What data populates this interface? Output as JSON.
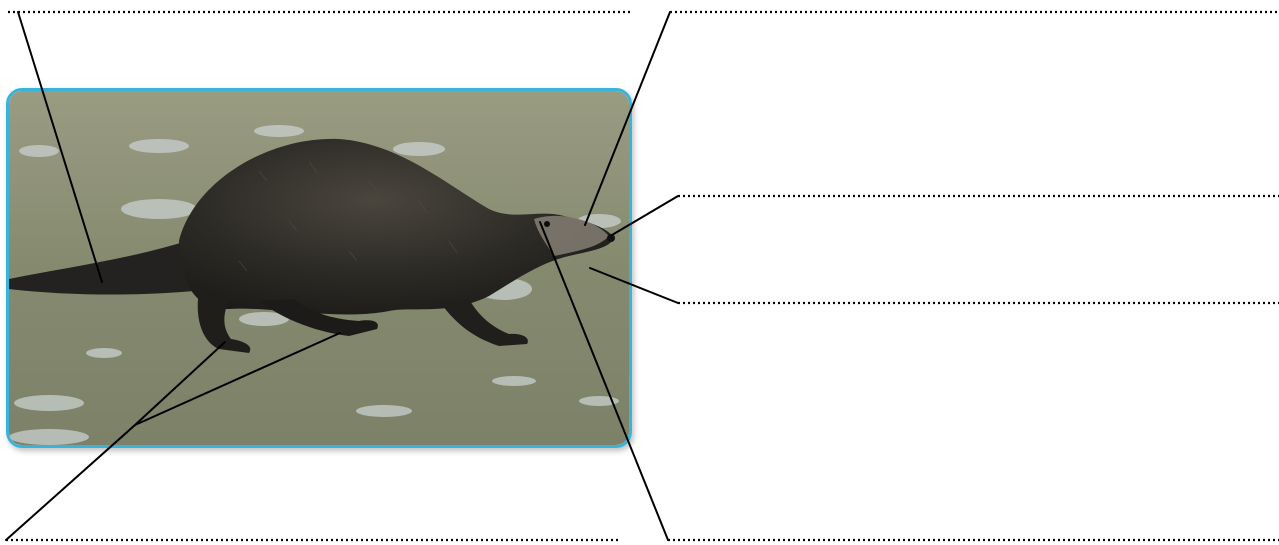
{
  "subject_icon": "otter-photo",
  "label_count_note": "",
  "colors": {
    "frame_border": "#38b4dc",
    "leader_line": "#000000",
    "dotted_blank": "#000000",
    "ice_base": "#8c8f75",
    "otter_fur": "#2a2824"
  },
  "labels": [
    {
      "id": "tail",
      "text": ""
    },
    {
      "id": "nose",
      "text": ""
    },
    {
      "id": "whiskers",
      "text": ""
    },
    {
      "id": "chin",
      "text": ""
    },
    {
      "id": "eye",
      "text": ""
    },
    {
      "id": "feet",
      "text": ""
    }
  ]
}
